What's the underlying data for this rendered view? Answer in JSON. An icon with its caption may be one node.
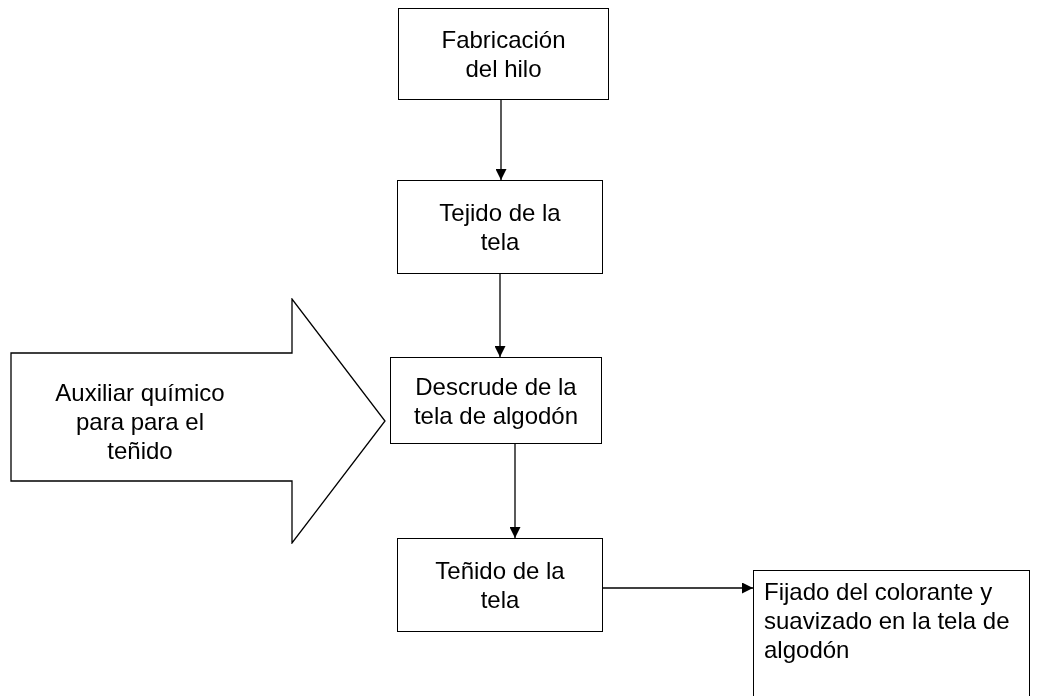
{
  "diagram": {
    "nodes": [
      {
        "text": [
          "Fabricación del hilo"
        ]
      },
      {
        "text": [
          "Tejido de la tela"
        ]
      },
      {
        "text": [
          "Descrude de la tela de algodón"
        ]
      },
      {
        "text": [
          "Teñido de la tela"
        ]
      },
      {
        "text": [
          "Fijado del colorante y suavizado en la tela de algodón"
        ]
      },
      {
        "text": [
          "Auxiliar químico para para el teñido"
        ]
      }
    ],
    "edges": [
      {
        "from": 0,
        "to": 1,
        "arrow": "to"
      },
      {
        "from": 1,
        "to": 2,
        "arrow": "to"
      },
      {
        "from": 2,
        "to": 3,
        "arrow": "to"
      },
      {
        "from": 3,
        "to": 4,
        "arrow": "to"
      }
    ]
  }
}
